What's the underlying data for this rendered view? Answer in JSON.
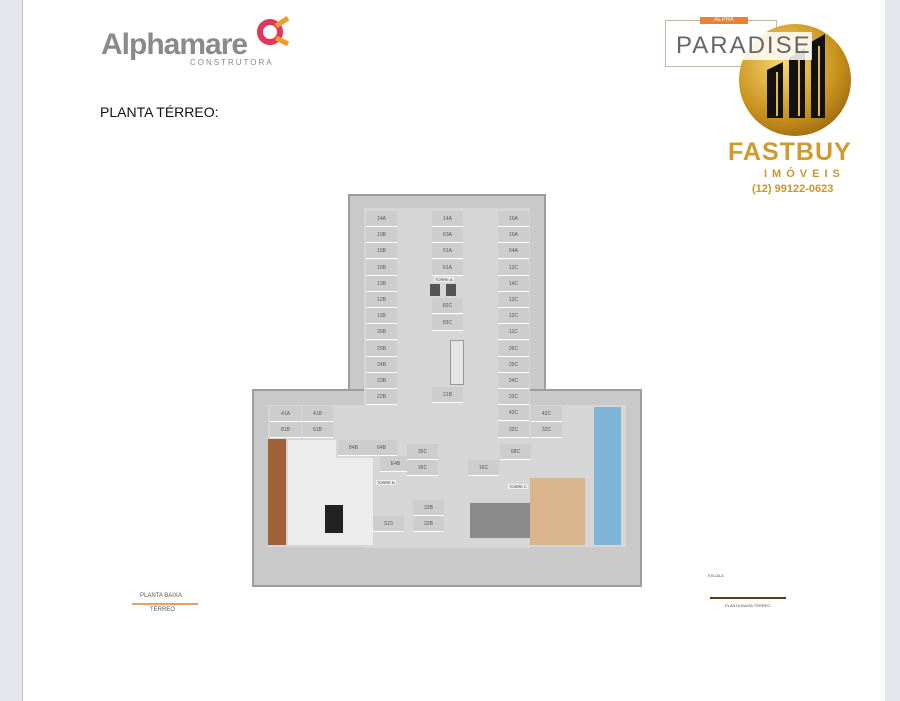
{
  "header": {
    "builder_logo": "Alphamare",
    "builder_sub": "CONSTRUTORA",
    "project_tag": "ALPHA",
    "project_name": "PARADISE",
    "agency_name": "FASTBUY",
    "agency_sub": "IMÓVEIS",
    "agency_phone": "(12) 99122-0623"
  },
  "title": "PLANTA TÉRREO:",
  "plan": {
    "left_column": [
      "14A",
      "10B",
      "15B",
      "16B",
      "13B",
      "12B",
      "11B",
      "26B",
      "25B",
      "24B",
      "23B",
      "22B"
    ],
    "middle_column": [
      "14A",
      "63A",
      "61A",
      "61A",
      "82C",
      "83C",
      "21B"
    ],
    "right_column": [
      "16A",
      "16A",
      "64A",
      "13C",
      "14C",
      "13C",
      "12C",
      "11C",
      "26C",
      "25C",
      "24C",
      "23C",
      "42C",
      "32C"
    ],
    "right_extra": [
      "42C",
      "32C"
    ],
    "lower_left": [
      "41A",
      "41B",
      "81B",
      "61B",
      "84B",
      "64B",
      "E4B",
      "35C",
      "36C",
      "33B",
      "32B",
      "S23"
    ],
    "lower_right": [
      "68C",
      "16C"
    ],
    "tower_labels": [
      "TORRE A",
      "TORRE B",
      "TORRE C"
    ]
  },
  "caption": {
    "line1": "PLANTA BAIXA",
    "line2": "TÉRREO"
  },
  "scale": {
    "label": "ESCALA",
    "note": "PLANTA BAIXA TÉRREO"
  },
  "colors": {
    "gold": "#d09a2c",
    "orange": "#e8823a",
    "pool": "#7fb6d8",
    "wood": "#a0603a"
  }
}
